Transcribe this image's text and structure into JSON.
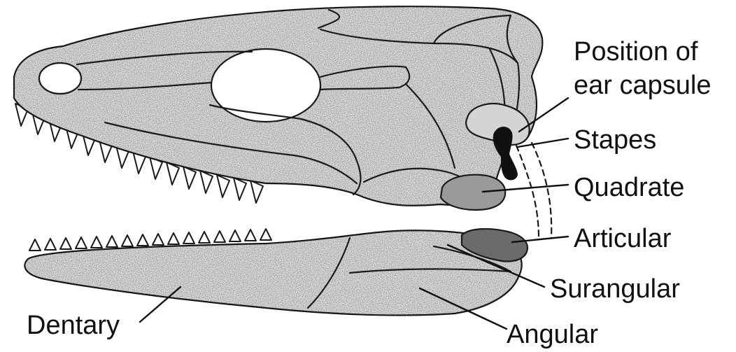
{
  "labels": {
    "ear_capsule_line1": "Position of",
    "ear_capsule_line2": "ear capsule",
    "stapes": "Stapes",
    "quadrate": "Quadrate",
    "articular": "Articular",
    "surangular": "Surangular",
    "dentary": "Dentary",
    "angular": "Angular"
  },
  "colors": {
    "bone_fill": "#d9d9d9",
    "ear_capsule": "#d4d4d4",
    "stapes": "#111111",
    "quadrate": "#9a9a9a",
    "articular": "#6b6b6b",
    "outline": "#1a1a1a"
  }
}
